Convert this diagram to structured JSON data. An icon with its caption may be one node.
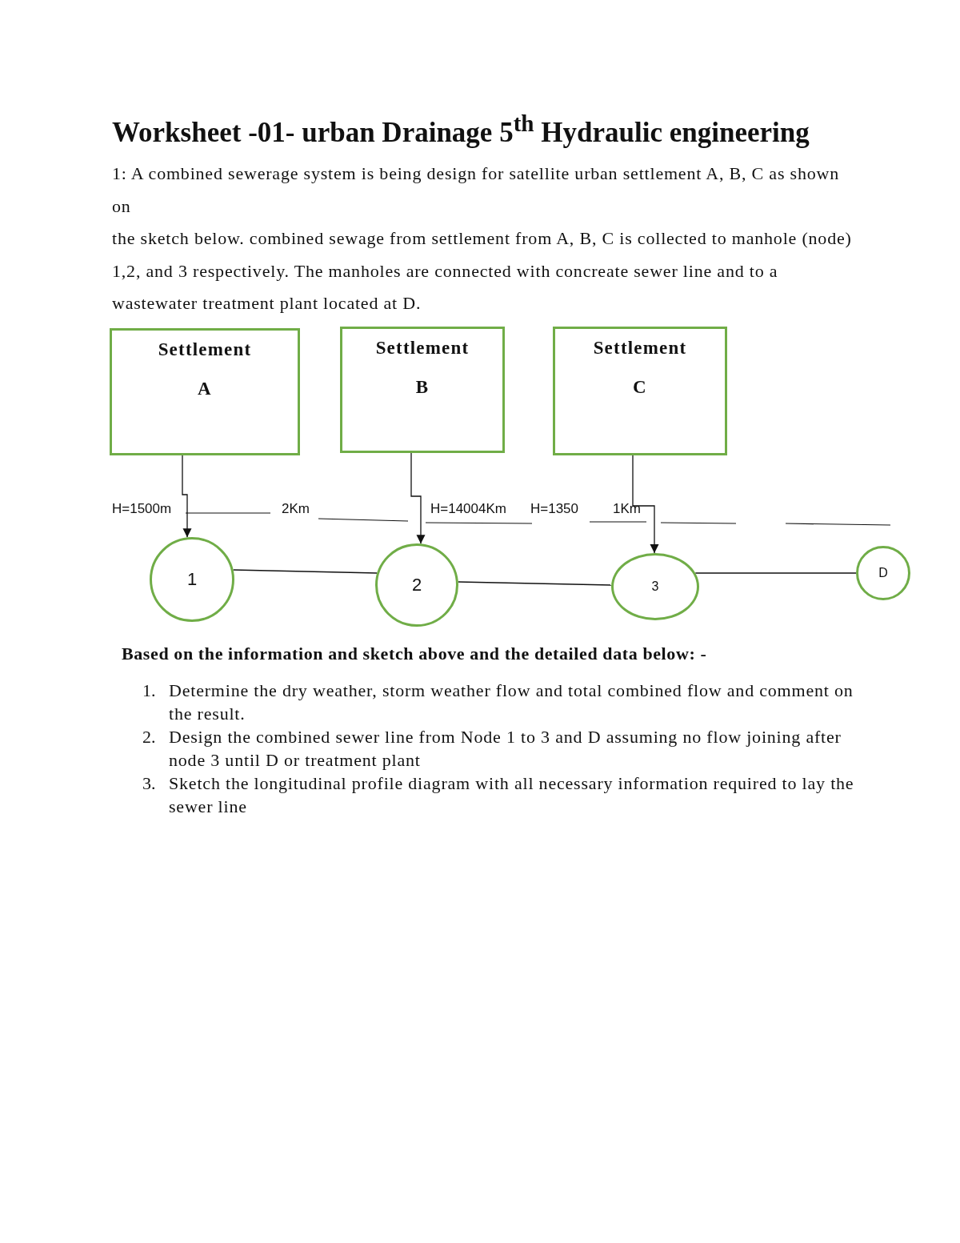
{
  "diagram": {
    "title": "Worksheet -01- urban Drainage 5$^{th}$ Hydraulic engineering",
    "nodes": [
      {
        "text": [
          "Settlement",
          "A"
        ]
      },
      {
        "text": [
          "Settlement",
          "B"
        ]
      },
      {
        "text": [
          "Settlement",
          "C"
        ]
      },
      {
        "text": [
          "1"
        ]
      },
      {
        "text": [
          "2"
        ]
      },
      {
        "text": [
          "3"
        ]
      },
      {
        "text": [
          "D"
        ]
      }
    ],
    "edges": [
      {
        "from": 0,
        "to": 3,
        "arrow": "to"
      },
      {
        "from": 1,
        "to": 4,
        "arrow": "to"
      },
      {
        "from": 2,
        "to": 5,
        "arrow": "to"
      },
      {
        "from": 3,
        "to": 4,
        "arrow": "none"
      },
      {
        "from": 4,
        "to": 5,
        "arrow": "none"
      },
      {
        "from": 5,
        "to": 6,
        "arrow": "none"
      }
    ],
    "labels": [
      "1: A combined sewerage system is being design for satellite urban settlement A, B, C as shown on",
      "the sketch below. combined sewage from settlement from A, B, C is collected to manhole (node) 1,2, and 3 respectively. The manholes are connected with concreate sewer line and to a wastewater treatment plant located at D.",
      "H=1500m",
      "2Km",
      "H=14004Km",
      "H=1350",
      "1Km",
      "Based on the information and sketch above and the detailed data below: -",
      "1.",
      "Determine the dry weather, storm weather flow and total combined flow and comment on the result.",
      "2.",
      "Design the combined sewer line from Node 1 to 3 and D assuming no flow joining after node 3 until D or treatment plant",
      "3.",
      "Sketch the longitudinal profile diagram with all necessary information required to lay the sewer line"
    ]
  }
}
